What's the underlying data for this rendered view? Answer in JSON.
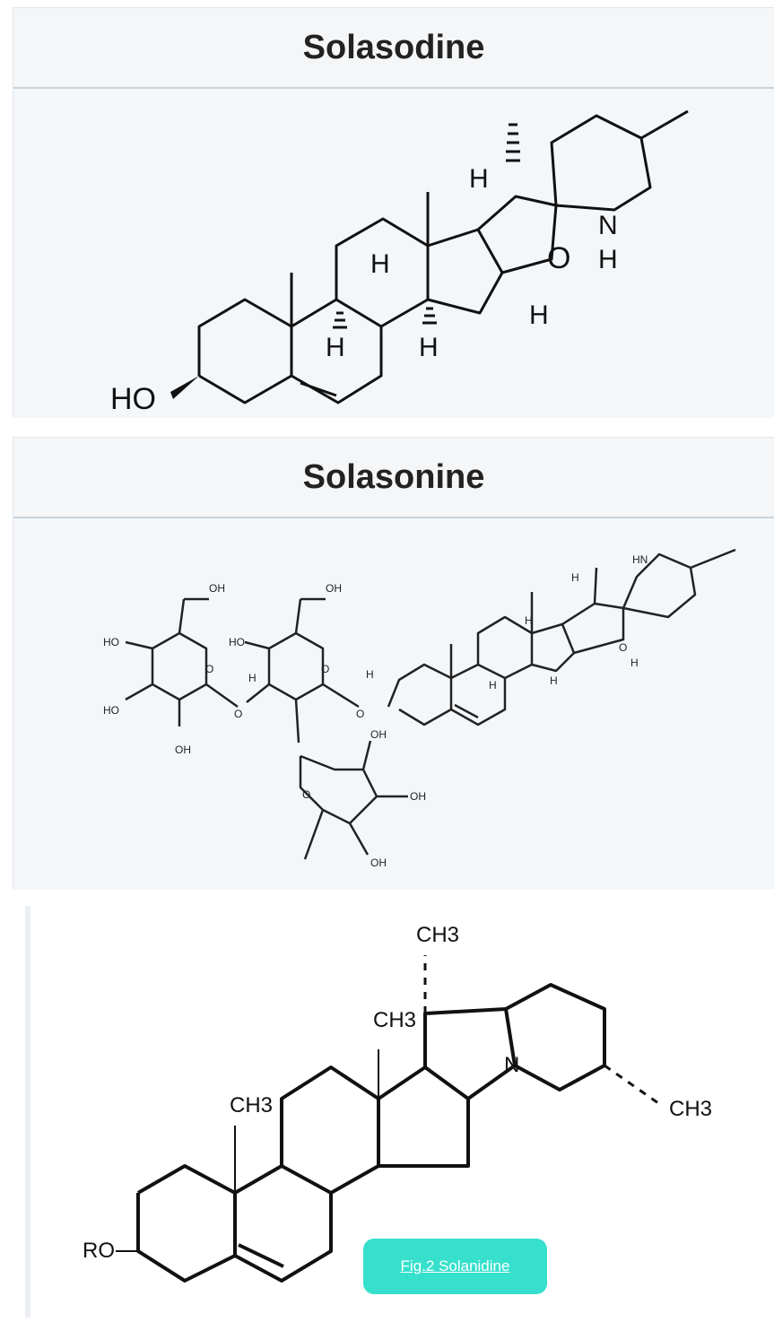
{
  "panels": [
    {
      "title": "Solasodine",
      "atom_labels": [
        "HO",
        "H",
        "H",
        "H",
        "H",
        "H",
        "O",
        "N",
        "H"
      ]
    },
    {
      "title": "Solasonine",
      "atom_labels": [
        "OH",
        "OH",
        "HO",
        "O",
        "HO",
        "HO",
        "O",
        "OH",
        "O",
        "O",
        "OH",
        "OH",
        "O",
        "OH",
        "HN",
        "O",
        "H",
        "H",
        "H",
        "H",
        "H",
        "H",
        "H"
      ]
    },
    {
      "title": "",
      "atom_labels": [
        "CH3",
        "CH3",
        "CH3",
        "N",
        "CH3",
        "RO"
      ]
    }
  ],
  "figure_label": "Fig.2 Solanidine"
}
